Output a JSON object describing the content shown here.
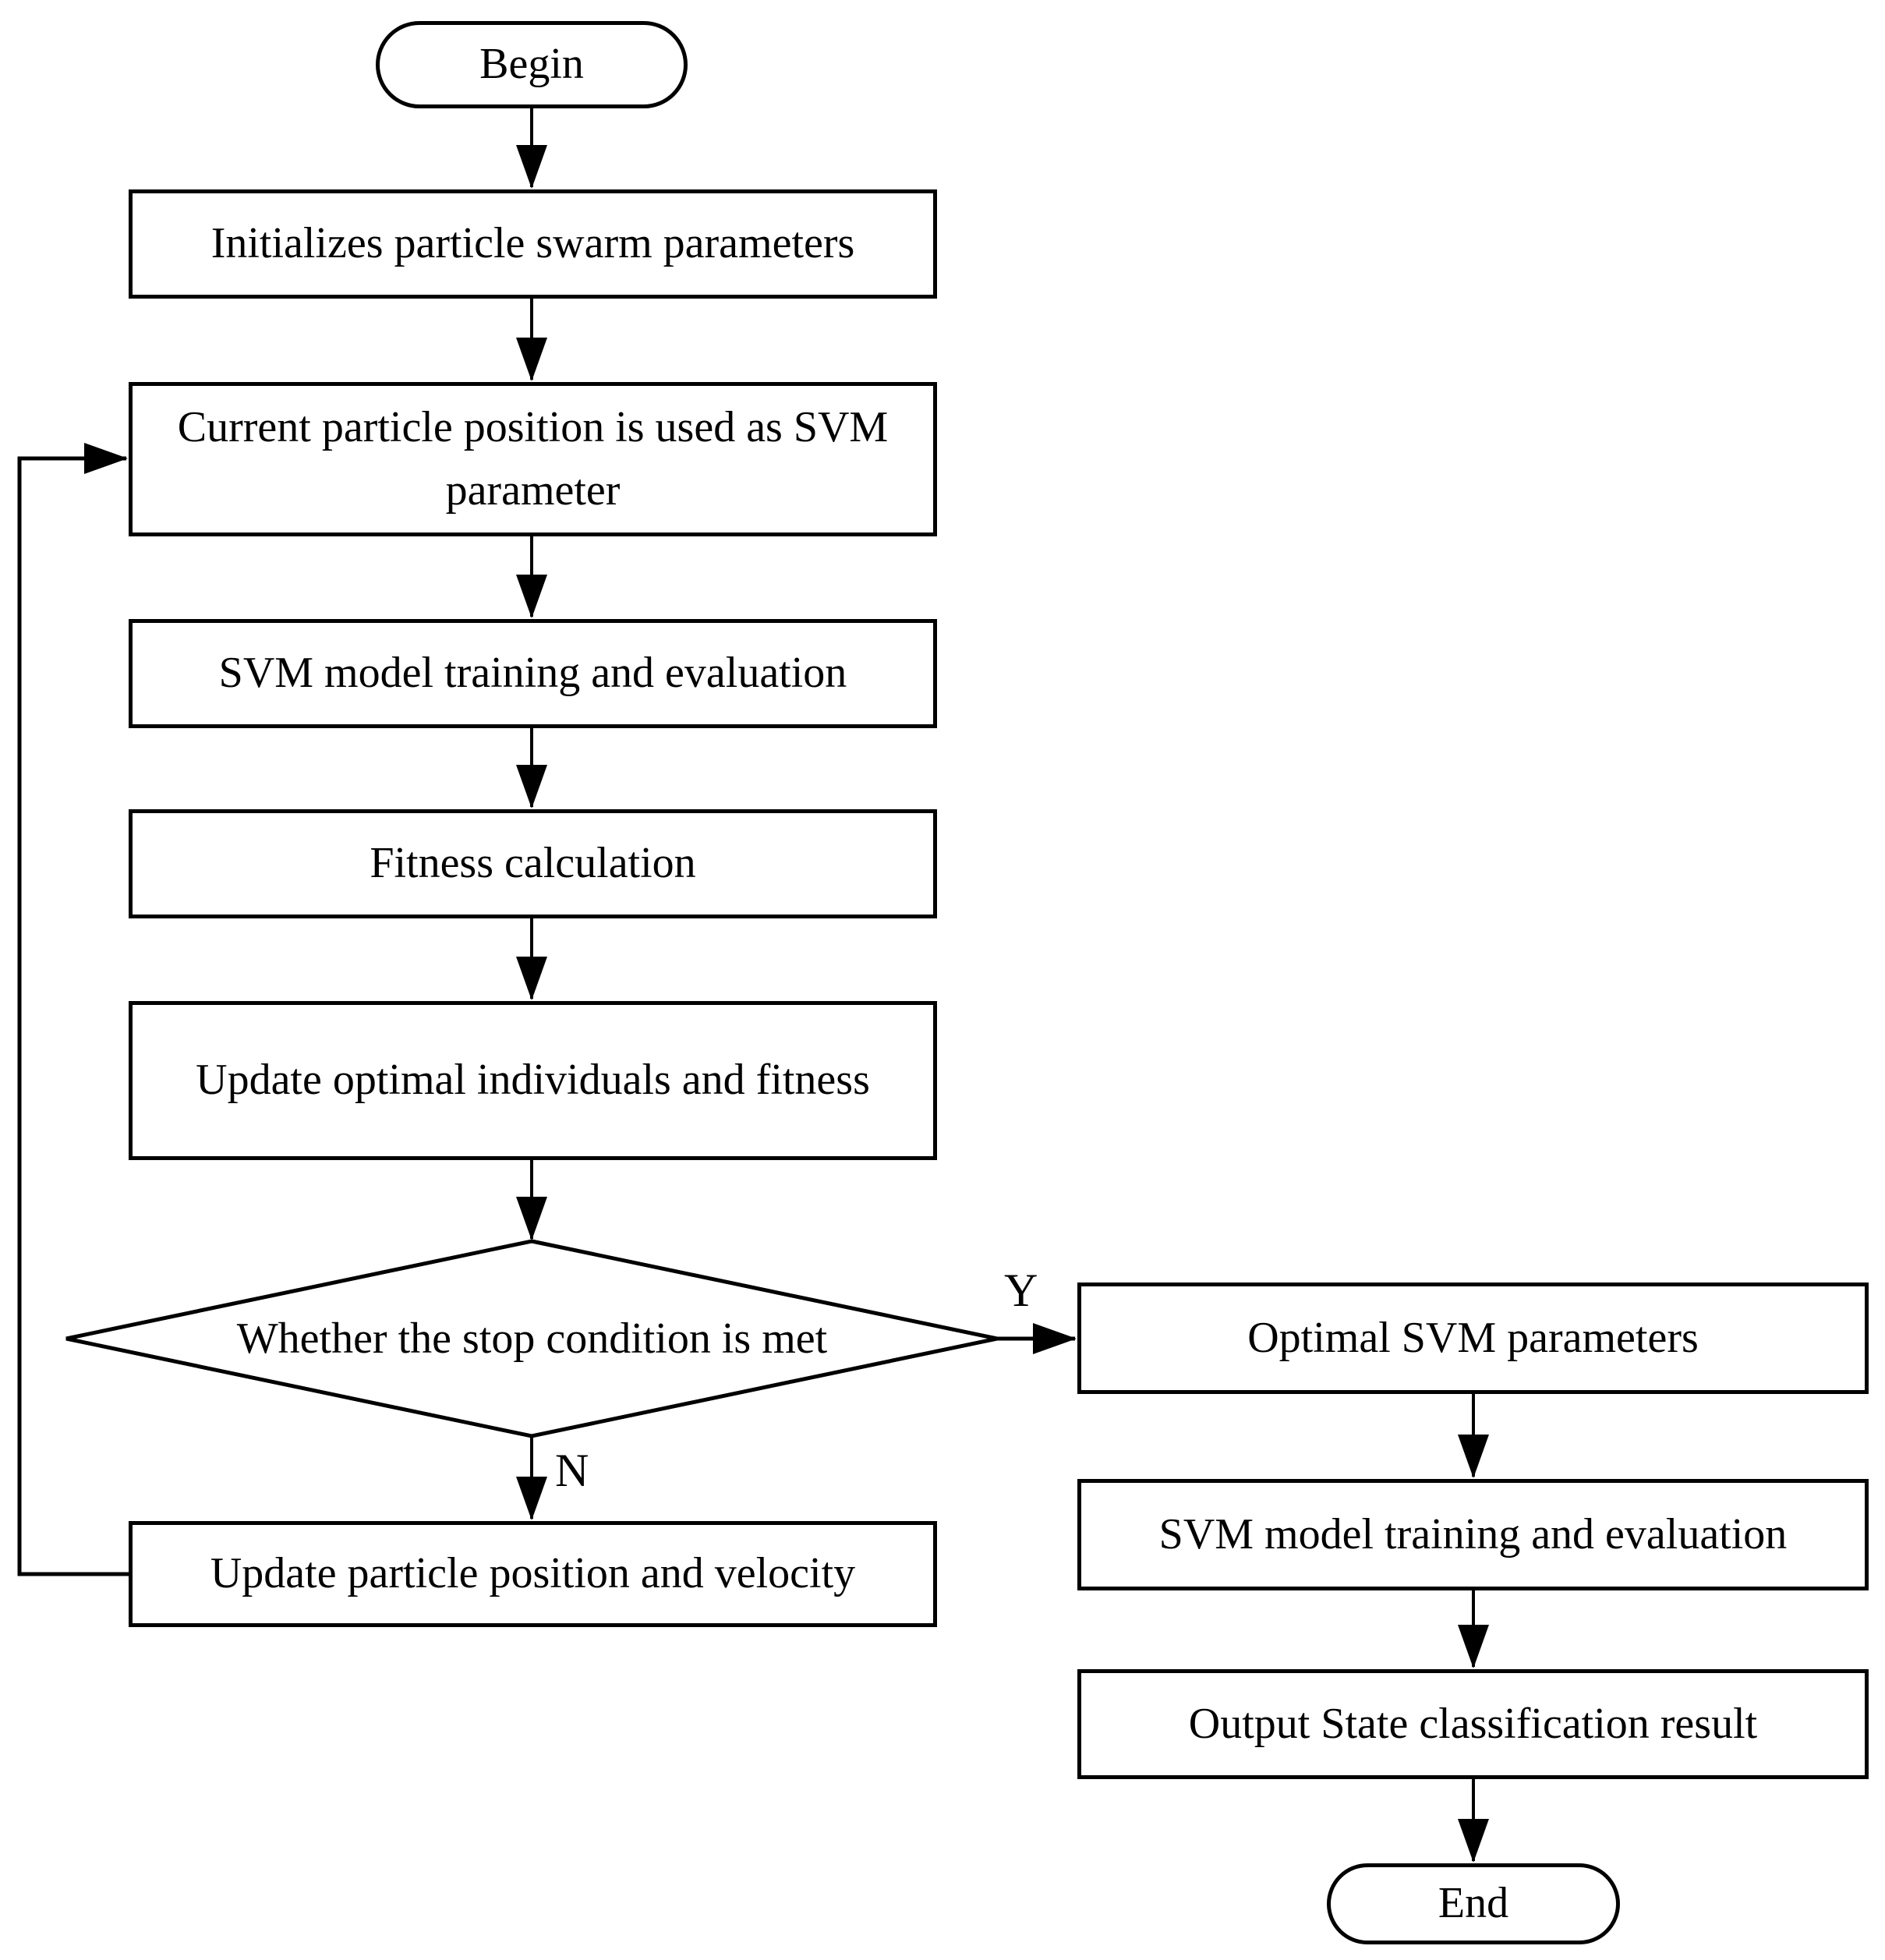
{
  "diagram": {
    "type": "flowchart",
    "colors": {
      "stroke": "#000000",
      "background": "#ffffff",
      "text": "#000000"
    },
    "nodes": {
      "begin": {
        "shape": "terminator",
        "label": "Begin"
      },
      "init": {
        "shape": "process",
        "label": "Initializes particle swarm parameters"
      },
      "current": {
        "shape": "process",
        "label": "Current particle position is used as SVM parameter"
      },
      "train_loop": {
        "shape": "process",
        "label": "SVM model training and evaluation"
      },
      "fitness": {
        "shape": "process",
        "label": "Fitness calculation"
      },
      "update_optimal": {
        "shape": "process",
        "label": "Update optimal individuals and fitness"
      },
      "stop_condition": {
        "shape": "decision",
        "label": "Whether the stop condition is met"
      },
      "update_particle": {
        "shape": "process",
        "label": "Update particle position and velocity"
      },
      "optimal_params": {
        "shape": "process",
        "label": "Optimal SVM parameters"
      },
      "train_final": {
        "shape": "process",
        "label": "SVM model training and evaluation"
      },
      "output_result": {
        "shape": "process",
        "label": "Output State classification result"
      },
      "end": {
        "shape": "terminator",
        "label": "End"
      }
    },
    "edge_labels": {
      "yes": "Y",
      "no": "N"
    }
  }
}
